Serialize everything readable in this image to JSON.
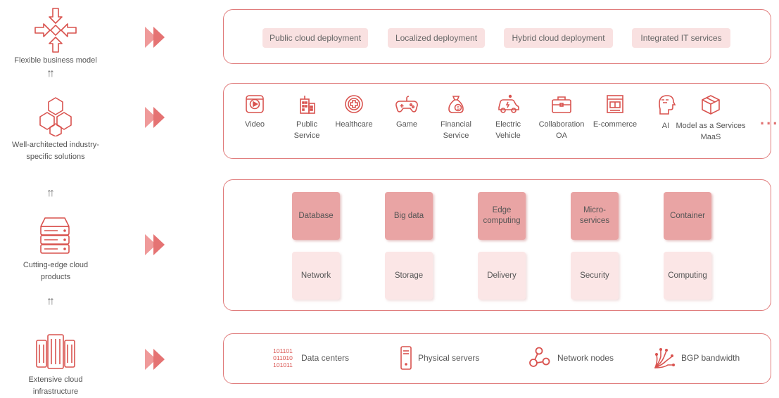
{
  "layers": {
    "business": {
      "label": "Flexible business model"
    },
    "solutions": {
      "label": "Well-architected industry-specific solutions"
    },
    "products": {
      "label": "Cutting-edge cloud products"
    },
    "infrastructure": {
      "label": "Extensive cloud infrastructure"
    }
  },
  "business_box": {
    "items": [
      "Public cloud deployment",
      "Localized deployment",
      "Hybrid cloud deployment",
      "Integrated IT services"
    ]
  },
  "solutions_box": {
    "items": [
      {
        "label": "Video",
        "icon": "video-icon"
      },
      {
        "label": "Public Service",
        "icon": "building-icon"
      },
      {
        "label": "Healthcare",
        "icon": "medical-cross-icon"
      },
      {
        "label": "Game",
        "icon": "gamepad-icon"
      },
      {
        "label": "Financial Service",
        "icon": "money-bag-icon"
      },
      {
        "label": "Electric Vehicle",
        "icon": "car-icon"
      },
      {
        "label": "Collaboration OA",
        "icon": "briefcase-icon"
      },
      {
        "label": "E-commerce",
        "icon": "shop-icon"
      },
      {
        "label": "AI",
        "icon": "ai-head-icon"
      },
      {
        "label": "Model as a Services MaaS",
        "icon": "cube-icon"
      }
    ],
    "more": "..."
  },
  "products_box": {
    "row1": [
      "Database",
      "Big data",
      "Edge computing",
      "Micro-services",
      "Container"
    ],
    "row2": [
      "Network",
      "Storage",
      "Delivery",
      "Security",
      "Computing"
    ]
  },
  "infrastructure_box": {
    "items": [
      {
        "label": "Data centers",
        "icon": "binary-icon"
      },
      {
        "label": "Physical servers",
        "icon": "server-icon"
      },
      {
        "label": "Network nodes",
        "icon": "nodes-icon"
      },
      {
        "label": "BGP bandwidth",
        "icon": "fiber-icon"
      }
    ],
    "binary_text": [
      "101101",
      "011010",
      "101011"
    ]
  },
  "colors": {
    "accent": "#e07c7c",
    "tile_dark": "#e9a4a4",
    "tile_light": "#fbe6e6",
    "pill": "#f9e1e1"
  }
}
